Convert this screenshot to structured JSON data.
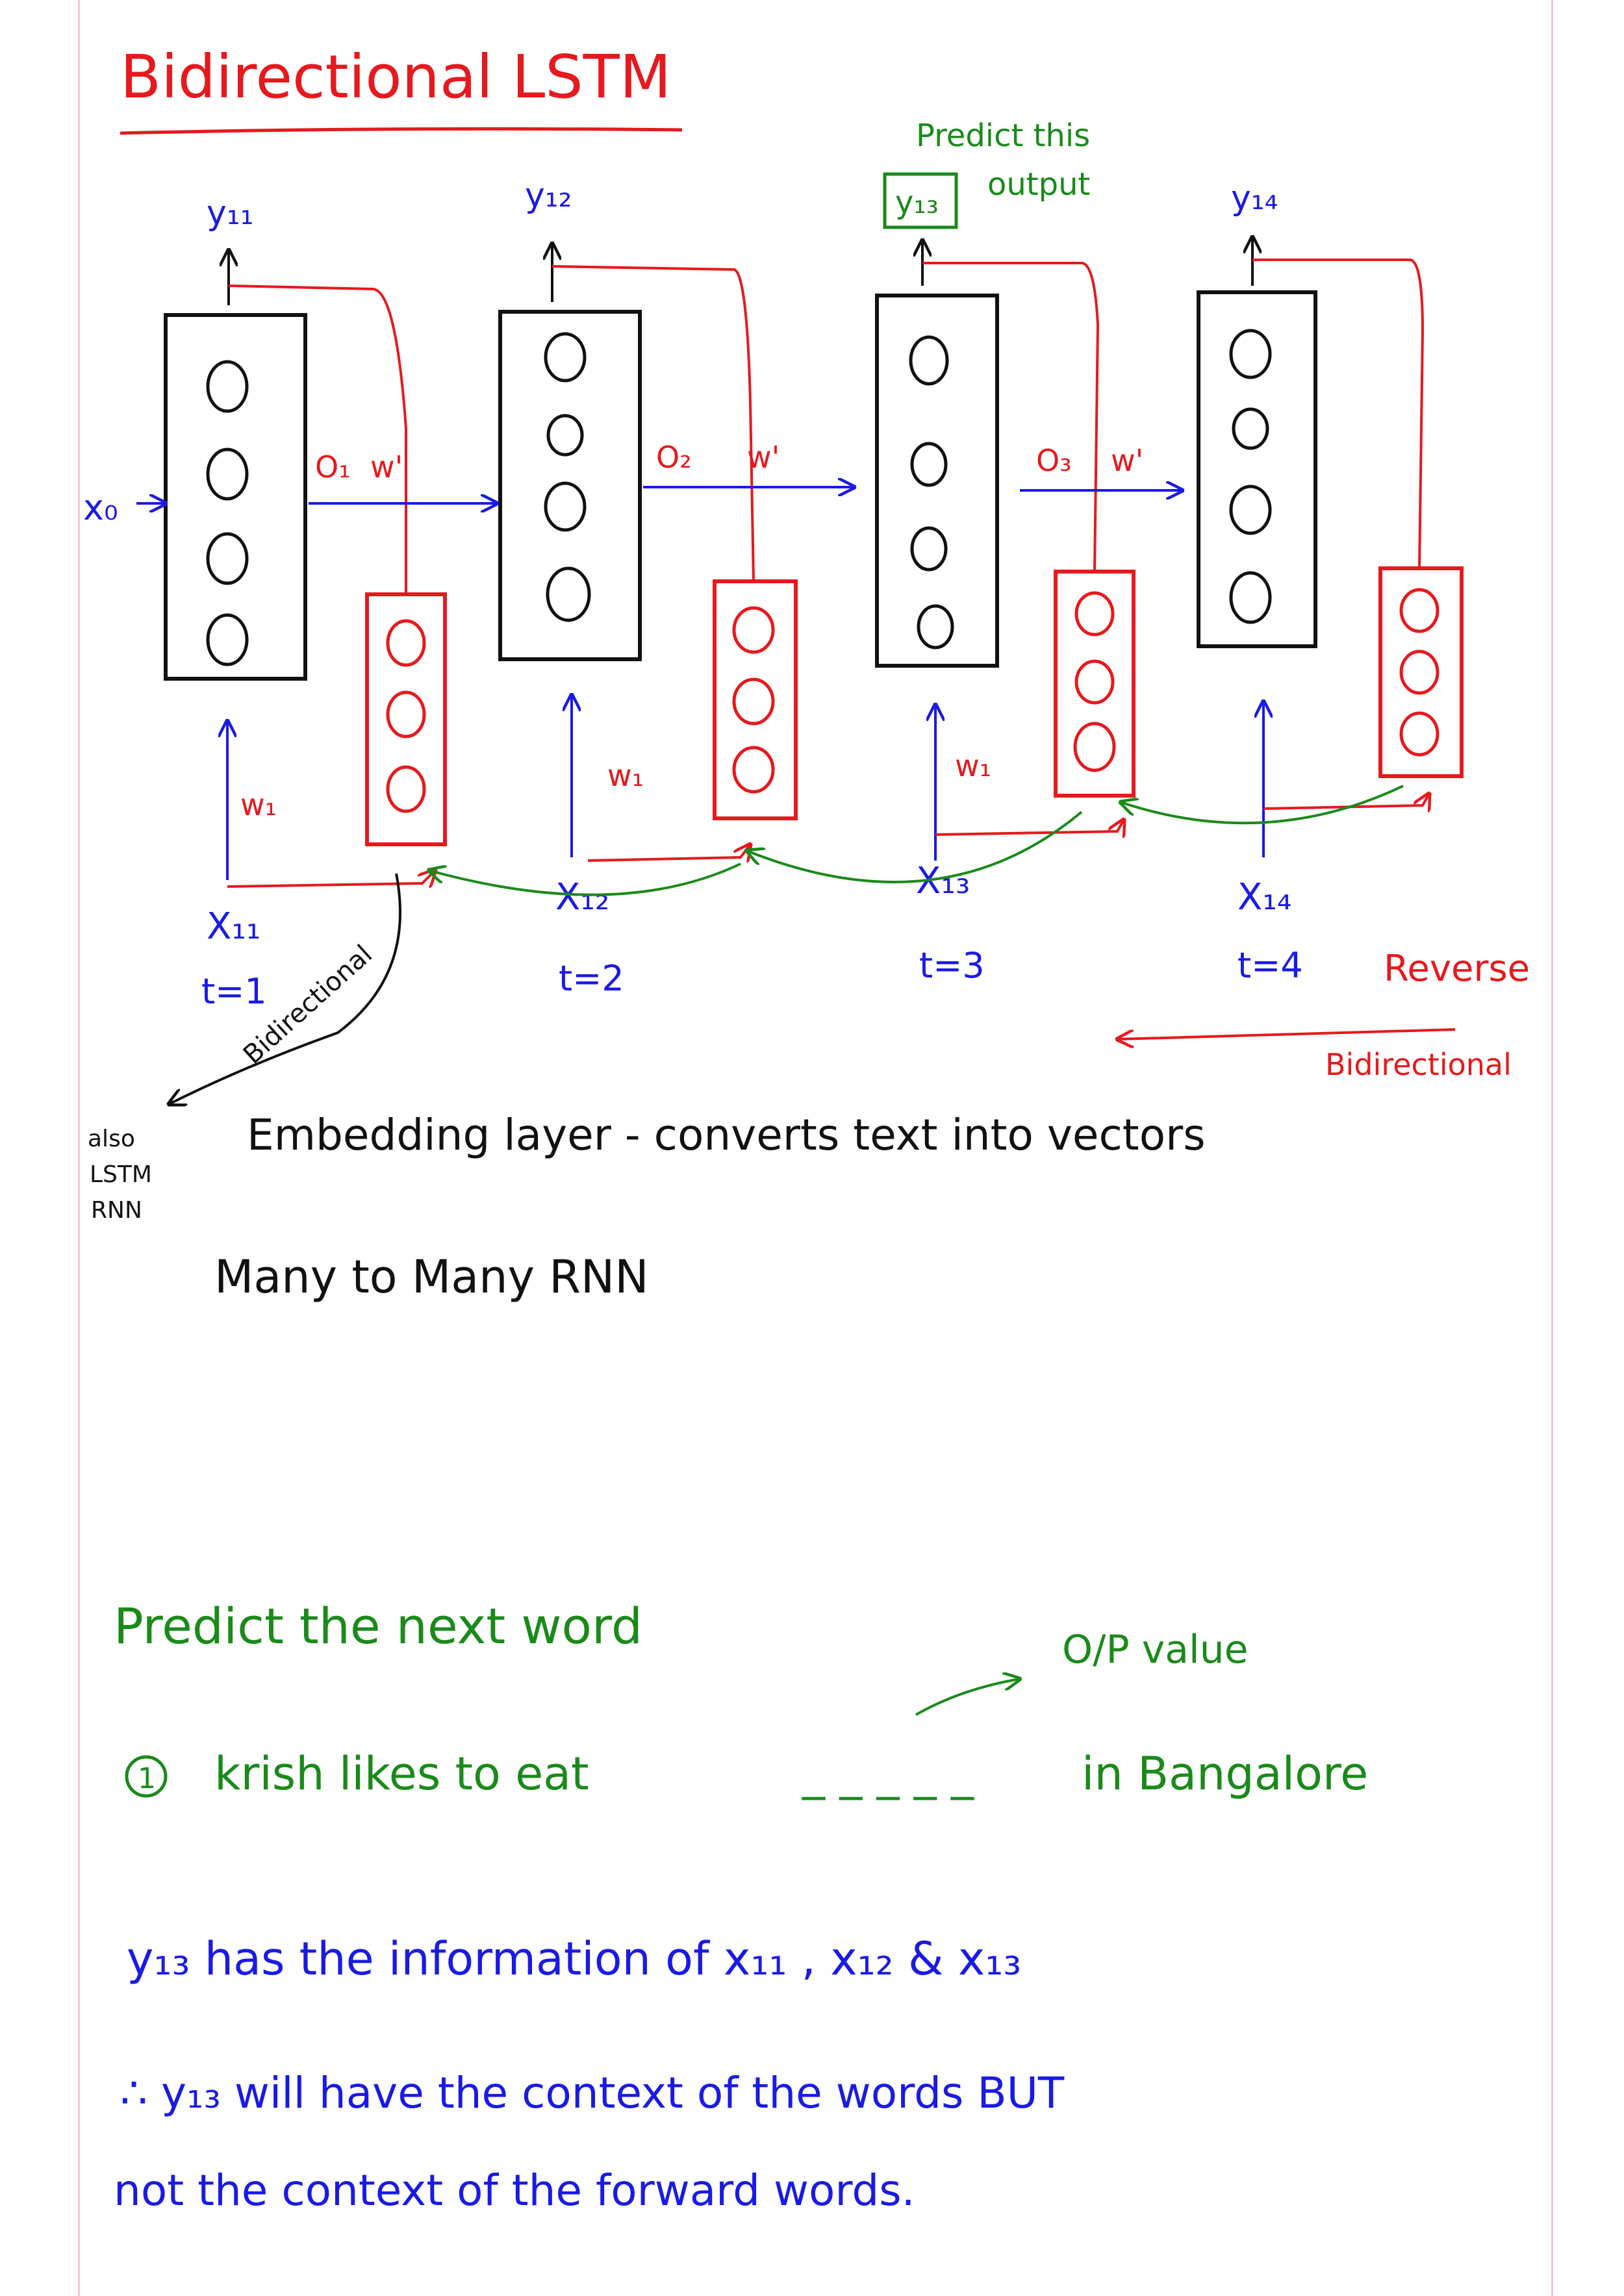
{
  "title": "Bidirectional LSTM",
  "colors": {
    "red": "#e6191e",
    "blue": "#1a1ae6",
    "green": "#1a8a1a",
    "black": "#111111",
    "margin": "#f4c7cf"
  },
  "diagram": {
    "x0_label": "x₀",
    "outputs": [
      "y₁₁",
      "y₁₂",
      "y₁₃",
      "y₁₄"
    ],
    "inputs": [
      "X₁₁",
      "X₁₂",
      "X₁₃",
      "X₁₄"
    ],
    "timesteps": [
      "t=1",
      "t=2",
      "t=3",
      "t=4"
    ],
    "forward_outputs": [
      "O₁",
      "O₂",
      "O₃"
    ],
    "w_prime": "w'",
    "w1": "w₁",
    "predict_note_line1": "Predict this",
    "predict_note_line2": "output",
    "bidirectional_arrow_label": "Bidirectional",
    "bidirectional_side_label": "Bidirectional",
    "reverse_label": "Reverse",
    "side_note": [
      "also",
      "LSTM",
      "RNN"
    ]
  },
  "notes": {
    "embedding": "Embedding layer - converts text into vectors",
    "many_to_many": "Many to Many RNN"
  },
  "example": {
    "heading": "Predict the next word",
    "op_value": "O/P value",
    "item_number": "1",
    "sentence_start": "krish likes to eat",
    "blank": "_ _ _ _ _",
    "sentence_end": "in Bangalore"
  },
  "explanation": {
    "line1": "y₁₃ has the information of x₁₁ , x₁₂ & x₁₃",
    "line2": "∴ y₁₃ will have the context of the words BUT",
    "line3": "not the context of the forward words."
  }
}
